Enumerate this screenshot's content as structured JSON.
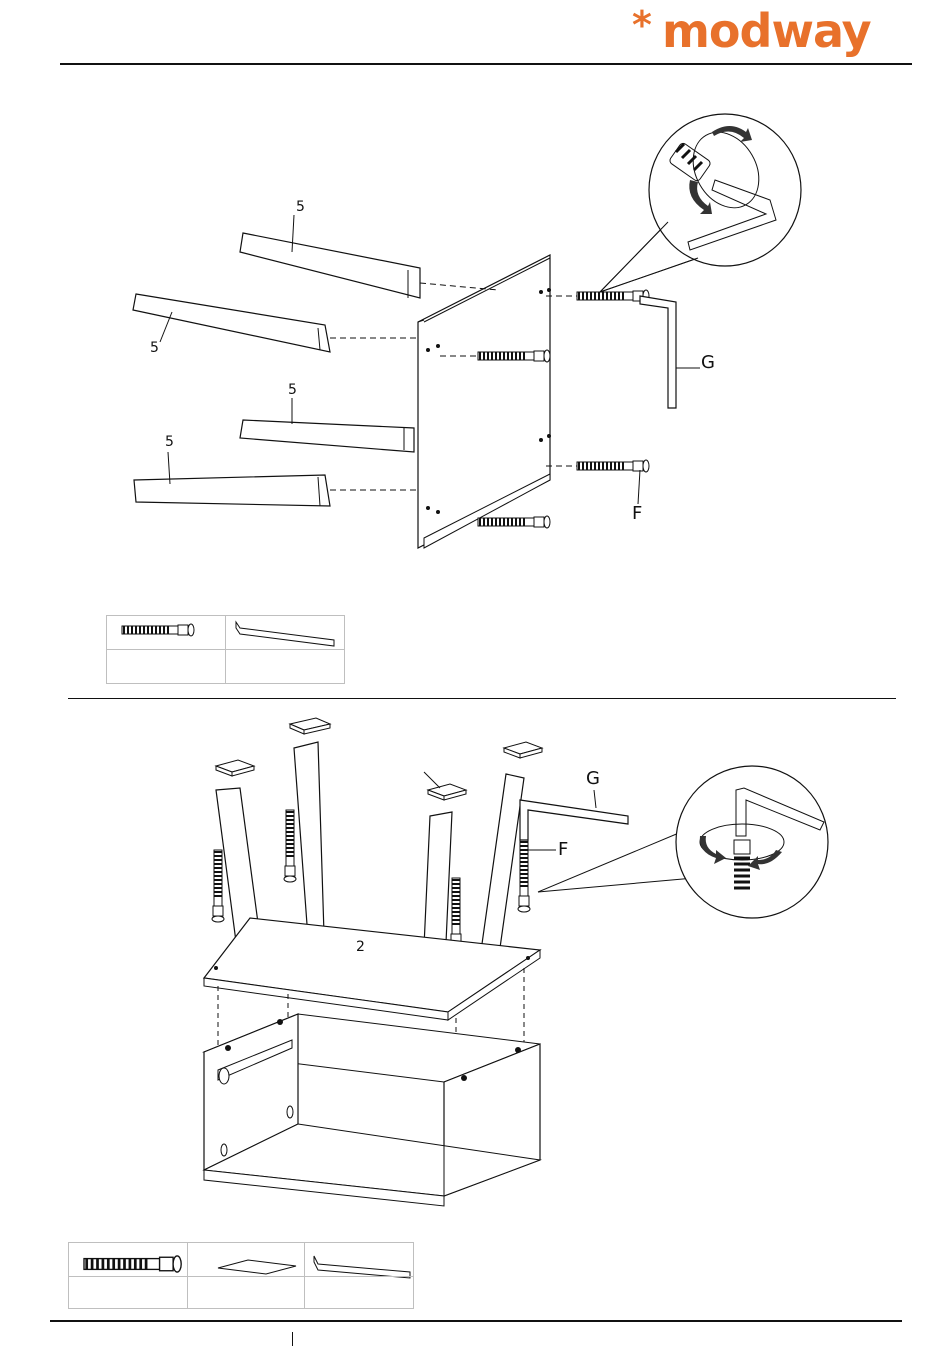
{
  "brand": {
    "star": "*",
    "name": "modway",
    "color": "#e8712b"
  },
  "step1": {
    "leg_labels": [
      "5",
      "5",
      "5",
      "5"
    ],
    "bolt_label": "F",
    "key_label": "G",
    "parts": [
      "bolt-icon",
      "allen-key-icon"
    ]
  },
  "step2": {
    "panel_label": "2",
    "bolt_label": "F",
    "key_label": "G",
    "parts": [
      "bolt-icon",
      "felt-pad-icon",
      "allen-key-icon"
    ]
  }
}
